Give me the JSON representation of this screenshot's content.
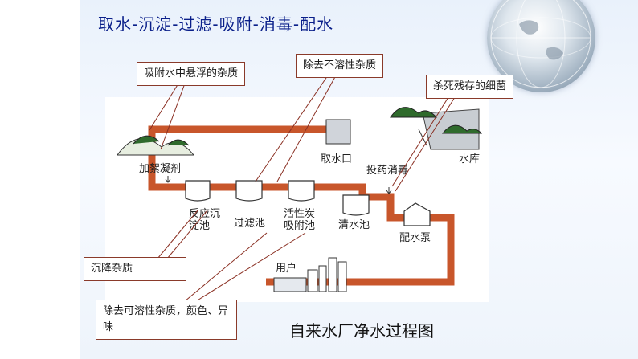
{
  "title": "取水-沉淀-过滤-吸附-消毒-配水",
  "caption": "自来水厂净水过程图",
  "callouts": {
    "adsorb": "吸附水中悬浮的杂质",
    "insoluble": "除去不溶性杂质",
    "kill": "杀死残存的细菌",
    "settle": "沉降杂质",
    "soluble": "除去可溶性杂质，颜色、异味"
  },
  "diagram_labels": {
    "intake": "取水口",
    "reservoir": "水库",
    "coagulant": "加絮凝剂",
    "reaction_tank": "反应沉淀池",
    "filter_tank": "过滤池",
    "carbon_tank": "活性炭吸附池",
    "clear_tank": "清水池",
    "disinfect": "投药消毒",
    "pump": "配水泵",
    "user": "用户"
  },
  "colors": {
    "pipe": "#c8562b",
    "title": "#0a1f8a",
    "callout_border": "#8a3a2a",
    "leader": "#8a2f22"
  }
}
